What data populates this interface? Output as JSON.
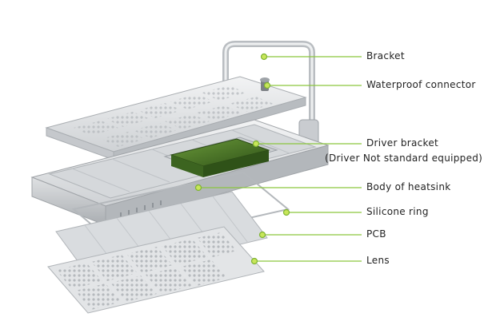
{
  "colors": {
    "leader_line": "#8cc63f",
    "dot_fill": "#c8e65a",
    "dot_ring": "#7fb432",
    "metal_light": "#e6e8ea",
    "metal_mid": "#c9ccd0",
    "metal_dark": "#9ea3a8",
    "pcb_green": "#4d7a2a",
    "lens_clear": "#d8dadc"
  },
  "callouts": [
    {
      "id": "bracket",
      "label": "Bracket"
    },
    {
      "id": "waterproof-connector",
      "label": "Waterproof connector"
    },
    {
      "id": "driver-bracket",
      "label": "Driver bracket"
    },
    {
      "id": "driver-note",
      "label": "(Driver Not standard equipped)"
    },
    {
      "id": "body-of-heatsink",
      "label": "Body of heatsink"
    },
    {
      "id": "silicone-ring",
      "label": "Silicone ring"
    },
    {
      "id": "pcb",
      "label": "PCB"
    },
    {
      "id": "lens",
      "label": "Lens"
    }
  ]
}
